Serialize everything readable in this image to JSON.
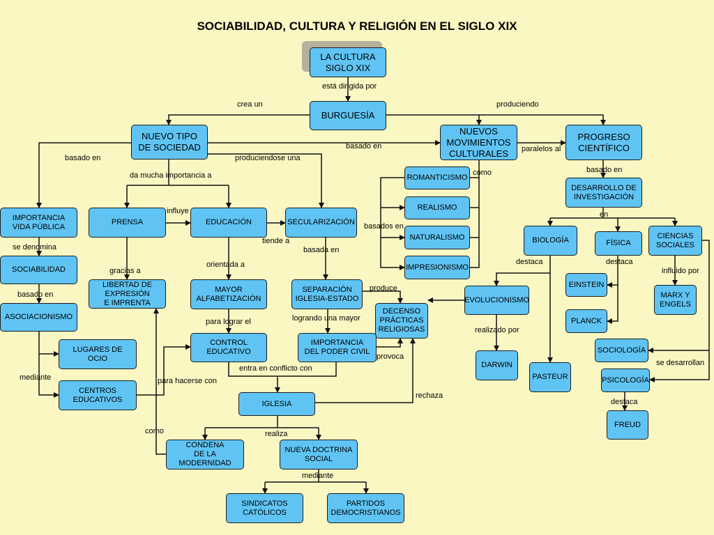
{
  "title": "SOCIABILIDAD, CULTURA Y RELIGIÓN EN EL SIGLO XIX",
  "nodes": {
    "cultura": "LA CULTURA\nSIGLO XIX",
    "burguesia": "BURGUESÍA",
    "nuevo_tipo": "NUEVO TIPO\nDE SOCIEDAD",
    "nuevos_mov": "NUEVOS\nMOVIMIENTOS\nCULTURALES",
    "progreso": "PROGRESO\nCIENTÍFICO",
    "importancia_vida": "IMPORTANCIA\nVIDA PÚBLICA",
    "sociabilidad": "SOCIABILIDAD",
    "asociacionismo": "ASOCIACIONISMO",
    "lugares_ocio": "LUGARES DE\nOCIO",
    "centros": "CENTROS\nEDUCATIVOS",
    "prensa": "PRENSA",
    "libertad": "LIBERTAD DE\nEXPRESIÓN\nE IMPRENTA",
    "educacion": "EDUCACIÓN",
    "mayor_alf": "MAYOR\nALFABETIZACIÓN",
    "control": "CONTROL\nEDUCATIVO",
    "secularizacion": "SECULARIZACIÓN",
    "separacion": "SEPARACIÓN\nIGLESIA-ESTADO",
    "decenso": "DECENSO\nPRÁCTICAS\nRELIGIOSAS",
    "importancia_poder": "IMPORTANCIA\nDEL PODER CIVIL",
    "iglesia": "IGLESIA",
    "condena": "CONDENA\nDE LA MODERNIDAD",
    "doctrina": "NUEVA DOCTRINA\nSOCIAL",
    "sindicatos": "SINDICATOS\nCATÓLICOS",
    "partidos": "PARTIDOS\nDEMOCRISTIANOS",
    "romanticismo": "ROMANTICISMO",
    "realismo": "REALISMO",
    "naturalismo": "NATURALISMO",
    "impresionismo": "IMPRESIONISMO",
    "evolucionismo": "EVOLUCIONISMO",
    "darwin": "DARWIN",
    "desarrollo": "DESARROLLO DE\nINVESTIGACIÓN",
    "biologia": "BIOLOGÍA",
    "pasteur": "PASTEUR",
    "fisica": "FÍSICA",
    "einstein": "EINSTEIN",
    "planck": "PLANCK",
    "ciencias": "CIENCIAS\nSOCIALES",
    "marx": "MARX Y\nENGELS",
    "sociologia": "SOCIOLOGÍA",
    "psicologia": "PSICOLOGÍA",
    "freud": "FREUD"
  },
  "labels": {
    "dirigida": "está dirigida por",
    "crea_un": "crea un",
    "produciendo": "produciendo",
    "basado_en_left": "basado en",
    "basado_en_mid": "basado en",
    "paralelos_al": "paralelos al",
    "produciendose": "produciendose una",
    "da_importancia": "da mucha importancia a",
    "como_mov": "como",
    "basado_en_prog": "basado en",
    "influye": "influye",
    "basados_en": "basados en",
    "en": "en",
    "se_denomina": "se denomina",
    "tiende_a": "tiende a",
    "basada_en": "basada en",
    "gracias_a": "gracias a",
    "orientada_a": "orientada a",
    "destaca_bio": "destaca",
    "destaca_fis": "destaca",
    "influido_por": "influido por",
    "basado_en_soc": "basado en",
    "produce": "produce",
    "para_lograr": "para lograr el",
    "logrando": "logrando una mayor",
    "realizado_por": "realizado por",
    "provoca": "provoca",
    "mediante_left": "mediante",
    "entra_conflicto": "entra en conflicto con",
    "para_hacerse": "para hacerse con",
    "se_desarrollan": "se desarrollan",
    "rechaza": "rechaza",
    "destaca_psi": "destaca",
    "como_cond": "como",
    "realiza": "realiza",
    "mediante_bottom": "mediante"
  }
}
